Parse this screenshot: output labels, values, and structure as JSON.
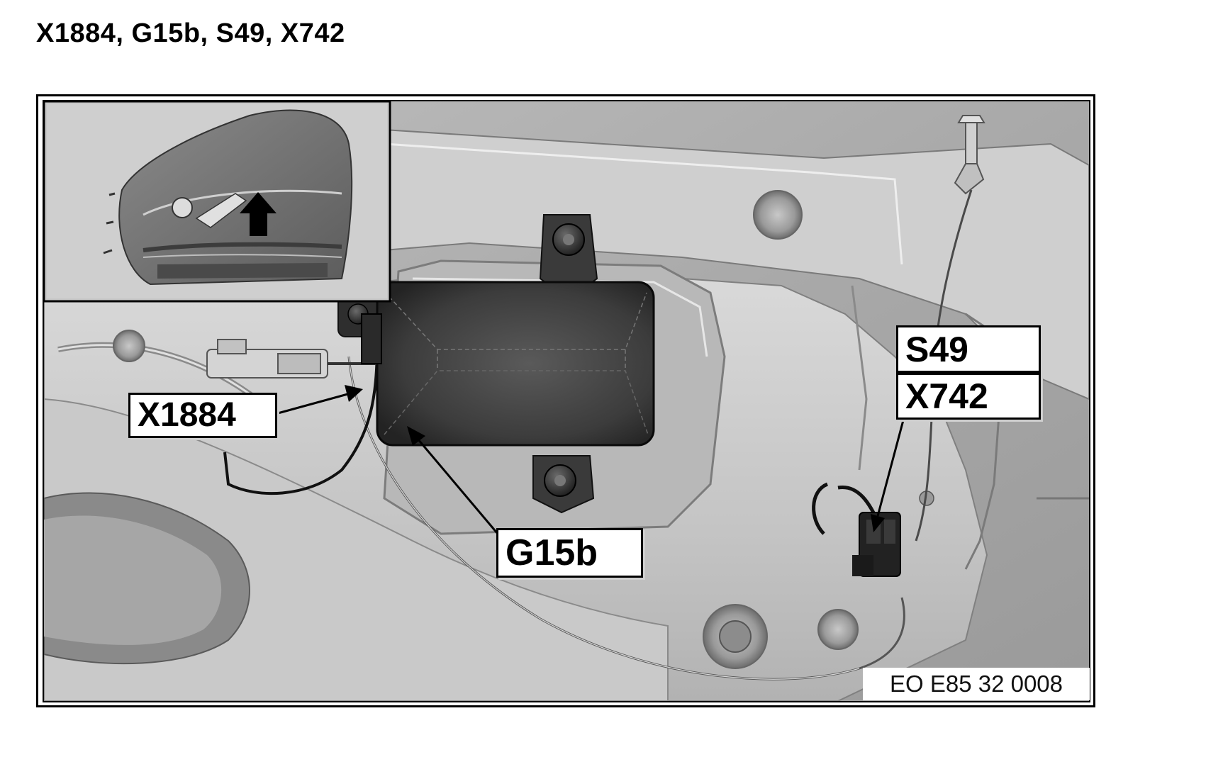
{
  "title": "X1884, G15b, S49, X742",
  "callouts": {
    "x1884": "X1884",
    "g15b": "G15b",
    "s49": "S49",
    "x742": "X742"
  },
  "figure_reference": "EO E85 32 0008",
  "icons": {
    "inset_arrow": "arrow-up-icon",
    "leader_arrows": "arrow-icon"
  },
  "colors": {
    "panel_light": "#d0d0d0",
    "panel_mid": "#a8a8a8",
    "panel_dark": "#6e6e6e",
    "module_dark": "#3a3a3a",
    "frame": "#000000",
    "label_bg": "#ffffff"
  }
}
